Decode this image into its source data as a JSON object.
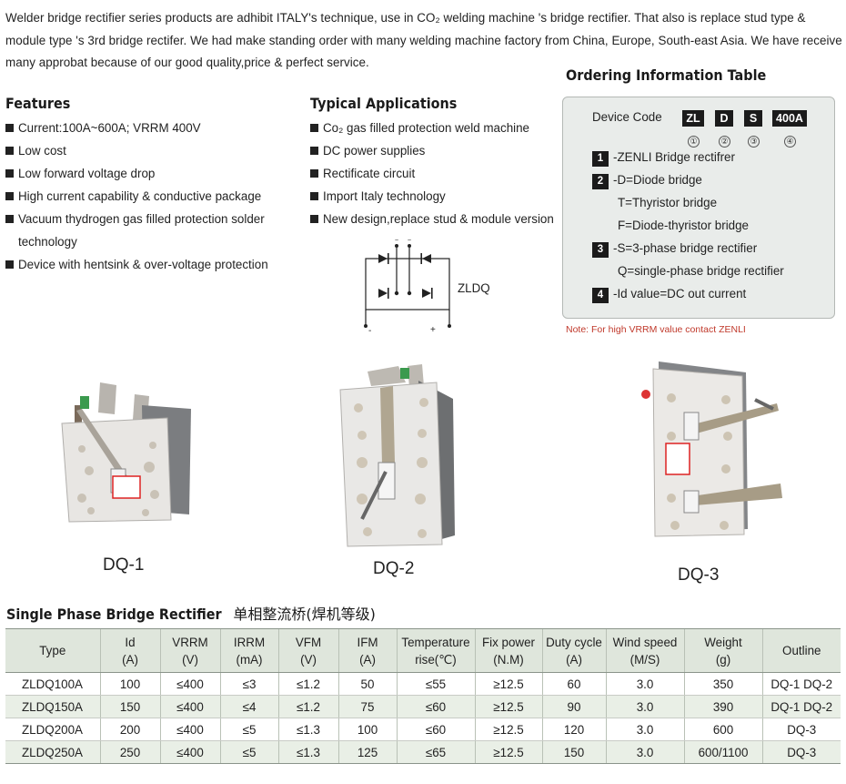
{
  "intro": "Welder bridge rectifier series products are adhibit ITALY's technique, use in CO₂ welding machine 's bridge rectifier. That also is replace stud type & module type 's 3rd bridge rectifer. We had make standing order with many welding machine factory from China, Europe, South-east Asia. We have receive many approbat because of our good quality,price & perfect service.",
  "features": {
    "title": "Features",
    "items": [
      "Current:100A~600A; VRRM 400V",
      "Low cost",
      "Low forward voltage drop",
      "High current capability & conductive package",
      "Vacuum thydrogen gas filled protection solder technology",
      "Device with hentsink & over-voltage protection"
    ]
  },
  "applications": {
    "title": "Typical Applications",
    "items": [
      "Co₂ gas filled protection weld machine",
      "DC power supplies",
      "Rectificate circuit",
      "Import Italy technology",
      "New design,replace stud & module version"
    ],
    "circuit_label": "ZLDQ",
    "minus": "-",
    "plus": "+"
  },
  "ordering": {
    "title": "Ordering Information Table",
    "device_code_label": "Device Code",
    "codes": [
      "ZL",
      "D",
      "S",
      "400A"
    ],
    "circled": [
      "①",
      "②",
      "③",
      "④"
    ],
    "lines": [
      {
        "num": "1",
        "text": "-ZENLI Bridge rectifrer"
      },
      {
        "num": "2",
        "text": "-D=Diode bridge"
      },
      {
        "num": "",
        "text": "T=Thyristor bridge"
      },
      {
        "num": "",
        "text": "F=Diode-thyristor bridge"
      },
      {
        "num": "3",
        "text": "-S=3-phase bridge rectifier"
      },
      {
        "num": "",
        "text": "Q=single-phase bridge rectifier"
      },
      {
        "num": "4",
        "text": "-Id value=DC out current"
      }
    ],
    "note": "Note: For high VRRM value contact ZENLI"
  },
  "products": [
    "DQ-1",
    "DQ-2",
    "DQ-3"
  ],
  "table": {
    "title_en": "Single Phase Bridge Rectifier",
    "title_cn": "单相整流桥(焊机等级)",
    "headers": [
      [
        "Type",
        ""
      ],
      [
        "Id",
        "(A)"
      ],
      [
        "VRRM",
        "(V)"
      ],
      [
        "IRRM",
        "(mA)"
      ],
      [
        "VFM",
        "(V)"
      ],
      [
        "IFM",
        "(A)"
      ],
      [
        "Temperature",
        "rise(℃)"
      ],
      [
        "Fix power",
        "(N.M)"
      ],
      [
        "Duty cycle",
        "(A)"
      ],
      [
        "Wind speed",
        "(M/S)"
      ],
      [
        "Weight",
        "(g)"
      ],
      [
        "Outline",
        ""
      ]
    ],
    "rows": [
      [
        "ZLDQ100A",
        "100",
        "≤400",
        "≤3",
        "≤1.2",
        "50",
        "≤55",
        "≥12.5",
        "60",
        "3.0",
        "350",
        "DQ-1 DQ-2"
      ],
      [
        "ZLDQ150A",
        "150",
        "≤400",
        "≤4",
        "≤1.2",
        "75",
        "≤60",
        "≥12.5",
        "90",
        "3.0",
        "390",
        "DQ-1 DQ-2"
      ],
      [
        "ZLDQ200A",
        "200",
        "≤400",
        "≤5",
        "≤1.3",
        "100",
        "≤60",
        "≥12.5",
        "120",
        "3.0",
        "600",
        "DQ-3"
      ],
      [
        "ZLDQ250A",
        "250",
        "≤400",
        "≤5",
        "≤1.3",
        "125",
        "≤65",
        "≥12.5",
        "150",
        "3.0",
        "600/1100",
        "DQ-3"
      ]
    ]
  },
  "colors": {
    "header_bg": "#dfe6dc",
    "alt_row": "#e9efe6",
    "order_box_bg": "#e9ecea",
    "note_red": "#c0392b"
  }
}
